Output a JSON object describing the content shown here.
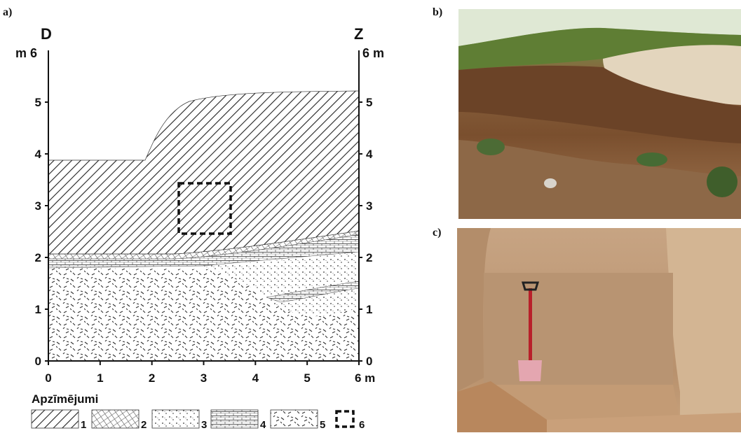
{
  "panels": {
    "a": {
      "label": "a)"
    },
    "b": {
      "label": "b)"
    },
    "c": {
      "label": "c)"
    }
  },
  "section": {
    "left_side": "D",
    "right_side": "Z",
    "left_unit": "m 6",
    "right_unit": "6 m",
    "x_end_label": "6 m",
    "y_ticks": [
      "0",
      "1",
      "2",
      "3",
      "4",
      "5"
    ],
    "x_ticks": [
      "0",
      "1",
      "2",
      "3",
      "4",
      "5"
    ]
  },
  "legend": {
    "title": "Apzīmējumi",
    "items": [
      {
        "num": "1",
        "pattern": "diagonal-hatch"
      },
      {
        "num": "2",
        "pattern": "cross-hatch"
      },
      {
        "num": "3",
        "pattern": "dotted"
      },
      {
        "num": "4",
        "pattern": "brick-bands"
      },
      {
        "num": "5",
        "pattern": "dashes"
      },
      {
        "num": "6",
        "pattern": "dashed-square"
      }
    ]
  },
  "colors": {
    "ink": "#111111",
    "soil_dark": "#7a4f2e",
    "soil_light": "#c9a98a",
    "excavation_wall": "#c19f7d",
    "shovel_handle": "#b8202a"
  }
}
